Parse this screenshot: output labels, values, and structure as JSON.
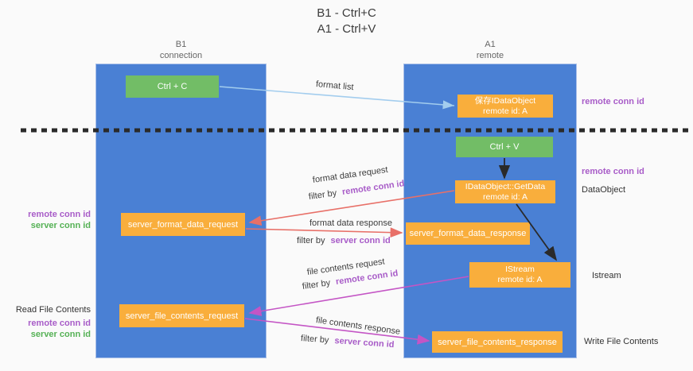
{
  "title": {
    "line1": "B1 - Ctrl+C",
    "line2": "A1 - Ctrl+V"
  },
  "lanes": {
    "left": {
      "name": "B1",
      "subtitle": "connection"
    },
    "right": {
      "name": "A1",
      "subtitle": "remote"
    }
  },
  "nodes": {
    "ctrl_c": {
      "label": "Ctrl + C"
    },
    "ctrl_v": {
      "label": "Ctrl + V"
    },
    "save_dataobject": {
      "line1": "保存IDataObject",
      "line2": "remote id: A"
    },
    "getdata": {
      "line1": "IDataObject::GetData",
      "line2": "remote id: A"
    },
    "istream": {
      "line1": "IStream",
      "line2": "remote id: A"
    },
    "server_format_data_request": {
      "label": "server_format_data_request"
    },
    "server_format_data_response": {
      "label": "server_format_data_response"
    },
    "server_file_contents_request": {
      "label": "server_file_contents_request"
    },
    "server_file_contents_response": {
      "label": "server_file_contents_response"
    }
  },
  "edge_labels": {
    "format_list": "format list",
    "format_data_request": "format data request",
    "format_data_response": "format data response",
    "file_contents_request": "file contents request",
    "file_contents_response": "file contents response",
    "filter_prefix": "filter by",
    "remote_conn_id": "remote conn id",
    "server_conn_id": "server conn id"
  },
  "side_labels": {
    "remote_conn_id": "remote conn id",
    "server_conn_id": "server conn id",
    "dataobject": "DataObject",
    "istream": "Istream",
    "read_file_contents": "Read File Contents",
    "write_file_contents": "Write File Contents"
  },
  "colors": {
    "lane_blue": "#4a80d4",
    "node_orange": "#f9ae3c",
    "node_green": "#72bd66",
    "arrow_light_blue": "#a3cdee",
    "arrow_red": "#e87068",
    "arrow_magenta": "#c455c5",
    "arrow_black": "#2a2a2a",
    "text_purple": "#a85cc8",
    "text_green": "#55b155"
  }
}
